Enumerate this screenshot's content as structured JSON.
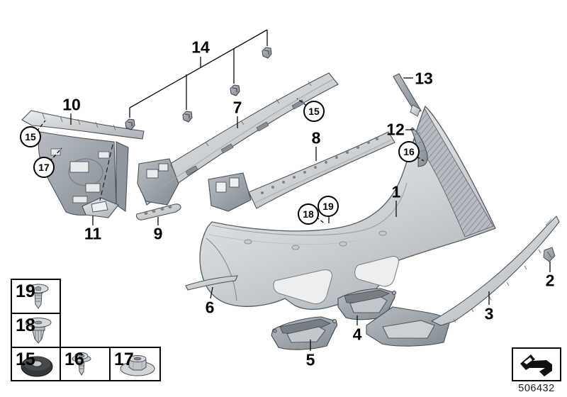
{
  "diagram": {
    "type": "parts-diagram",
    "subject": "rear-bumper-trim-assembly",
    "background": "#ffffff",
    "part_labels": [
      {
        "num": "1"
      },
      {
        "num": "2"
      },
      {
        "num": "3"
      },
      {
        "num": "4"
      },
      {
        "num": "5"
      },
      {
        "num": "6"
      },
      {
        "num": "7"
      },
      {
        "num": "8"
      },
      {
        "num": "9"
      },
      {
        "num": "10"
      },
      {
        "num": "11"
      },
      {
        "num": "12"
      },
      {
        "num": "13"
      },
      {
        "num": "14"
      }
    ],
    "circled_labels": [
      {
        "num": "15"
      },
      {
        "num": "17"
      },
      {
        "num": "15"
      },
      {
        "num": "16"
      },
      {
        "num": "18"
      },
      {
        "num": "19"
      }
    ],
    "legend": {
      "cells": [
        {
          "num": "19",
          "icon": "washer-head-screw-icon"
        },
        {
          "num": "18",
          "icon": "expansion-rivet-icon"
        },
        {
          "num": "15",
          "icon": "grommet-icon"
        },
        {
          "num": "16",
          "icon": "screw-icon"
        },
        {
          "num": "17",
          "icon": "hex-nut-washer-icon"
        }
      ]
    },
    "footer": {
      "diagram_number": "506432",
      "direction_icon": "viewing-direction-arrow-icon"
    },
    "colors": {
      "outline": "#4b5157",
      "label": "#000000",
      "part_light": "#e9ebed",
      "part_mid": "#b7bcc1",
      "part_dark": "#858c93",
      "grommet_dark": "#33373a"
    }
  }
}
